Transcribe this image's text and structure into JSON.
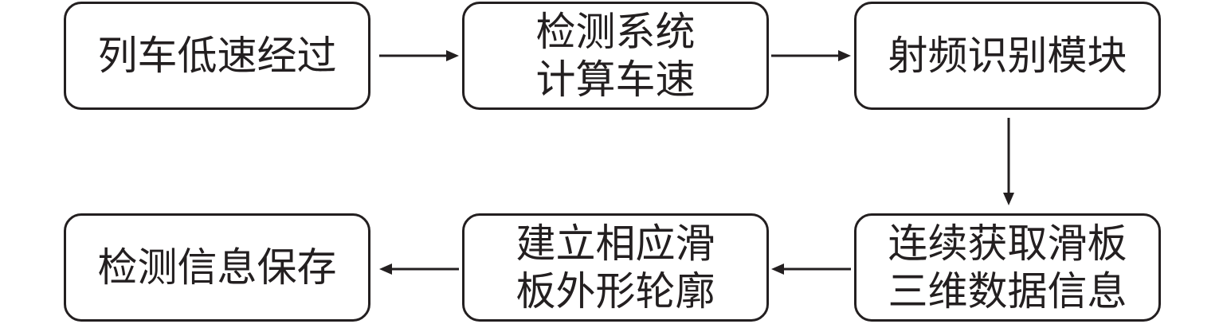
{
  "flowchart": {
    "nodes": [
      {
        "id": "n1",
        "lines": [
          "列车低速经过"
        ]
      },
      {
        "id": "n2",
        "lines": [
          "检测系统",
          "计算车速"
        ]
      },
      {
        "id": "n3",
        "lines": [
          "射频识别模块"
        ]
      },
      {
        "id": "n4",
        "lines": [
          "连续获取滑板",
          "三维数据信息"
        ]
      },
      {
        "id": "n5",
        "lines": [
          "建立相应滑",
          "板外形轮廓"
        ]
      },
      {
        "id": "n6",
        "lines": [
          "检测信息保存"
        ]
      }
    ],
    "edges": [
      {
        "from": "n1",
        "to": "n2"
      },
      {
        "from": "n2",
        "to": "n3"
      },
      {
        "from": "n3",
        "to": "n4"
      },
      {
        "from": "n4",
        "to": "n5"
      },
      {
        "from": "n5",
        "to": "n6"
      }
    ],
    "colors": {
      "stroke": "#231f20",
      "background": "#ffffff"
    }
  }
}
